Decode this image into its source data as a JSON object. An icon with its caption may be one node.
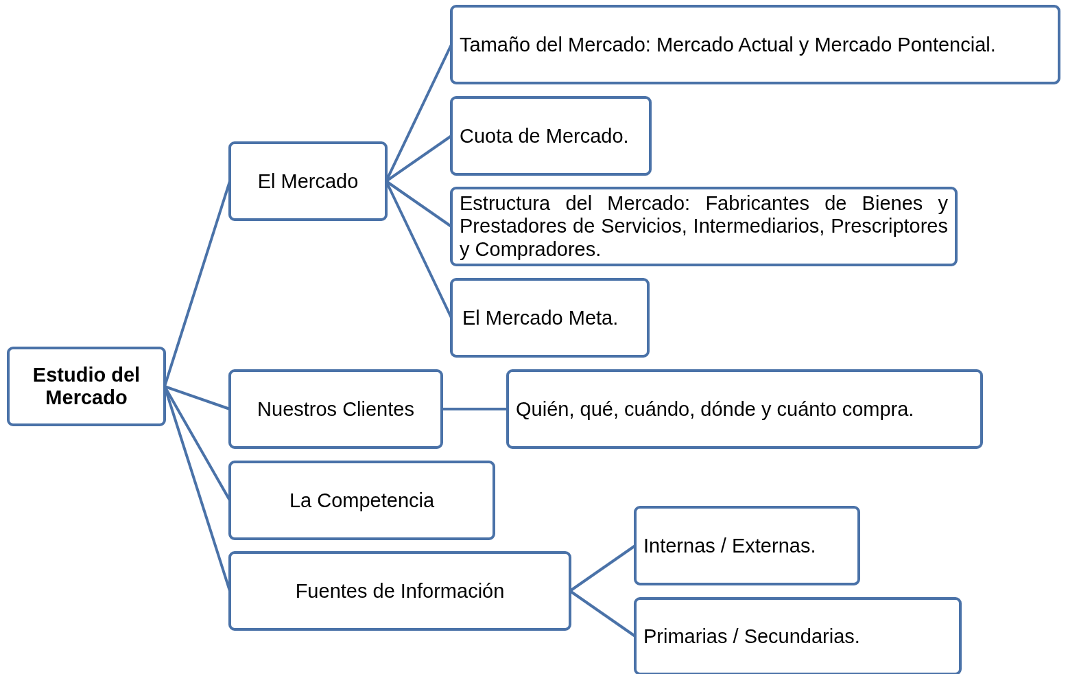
{
  "diagram": {
    "nodes": [
      {
        "text": [
          "Estudio del Mercado"
        ]
      },
      {
        "text": [
          "El Mercado"
        ]
      },
      {
        "text": [
          "Tamaño del Mercado: Mercado Actual y Mercado Pontencial."
        ]
      },
      {
        "text": [
          "Cuota de Mercado."
        ]
      },
      {
        "text": [
          "Estructura del Mercado: Fabricantes de Bienes y Prestadores de Servicios, Intermediarios, Prescriptores y Compradores."
        ]
      },
      {
        "text": [
          "El Mercado Meta."
        ]
      },
      {
        "text": [
          "Nuestros Clientes"
        ]
      },
      {
        "text": [
          "Quién, qué, cuándo, dónde y cuánto compra."
        ]
      },
      {
        "text": [
          "La Competencia"
        ]
      },
      {
        "text": [
          "Fuentes de Información"
        ]
      },
      {
        "text": [
          "Internas / Externas."
        ]
      },
      {
        "text": [
          "Primarias / Secundarias."
        ]
      }
    ],
    "edges": [
      {
        "from": 0,
        "to": 1,
        "arrow": "none"
      },
      {
        "from": 1,
        "to": 2,
        "arrow": "none"
      },
      {
        "from": 1,
        "to": 3,
        "arrow": "none"
      },
      {
        "from": 1,
        "to": 4,
        "arrow": "none"
      },
      {
        "from": 1,
        "to": 5,
        "arrow": "none"
      },
      {
        "from": 0,
        "to": 6,
        "arrow": "none"
      },
      {
        "from": 6,
        "to": 7,
        "arrow": "none"
      },
      {
        "from": 0,
        "to": 8,
        "arrow": "none"
      },
      {
        "from": 0,
        "to": 9,
        "arrow": "none"
      },
      {
        "from": 9,
        "to": 10,
        "arrow": "none"
      },
      {
        "from": 9,
        "to": 11,
        "arrow": "none"
      }
    ]
  }
}
